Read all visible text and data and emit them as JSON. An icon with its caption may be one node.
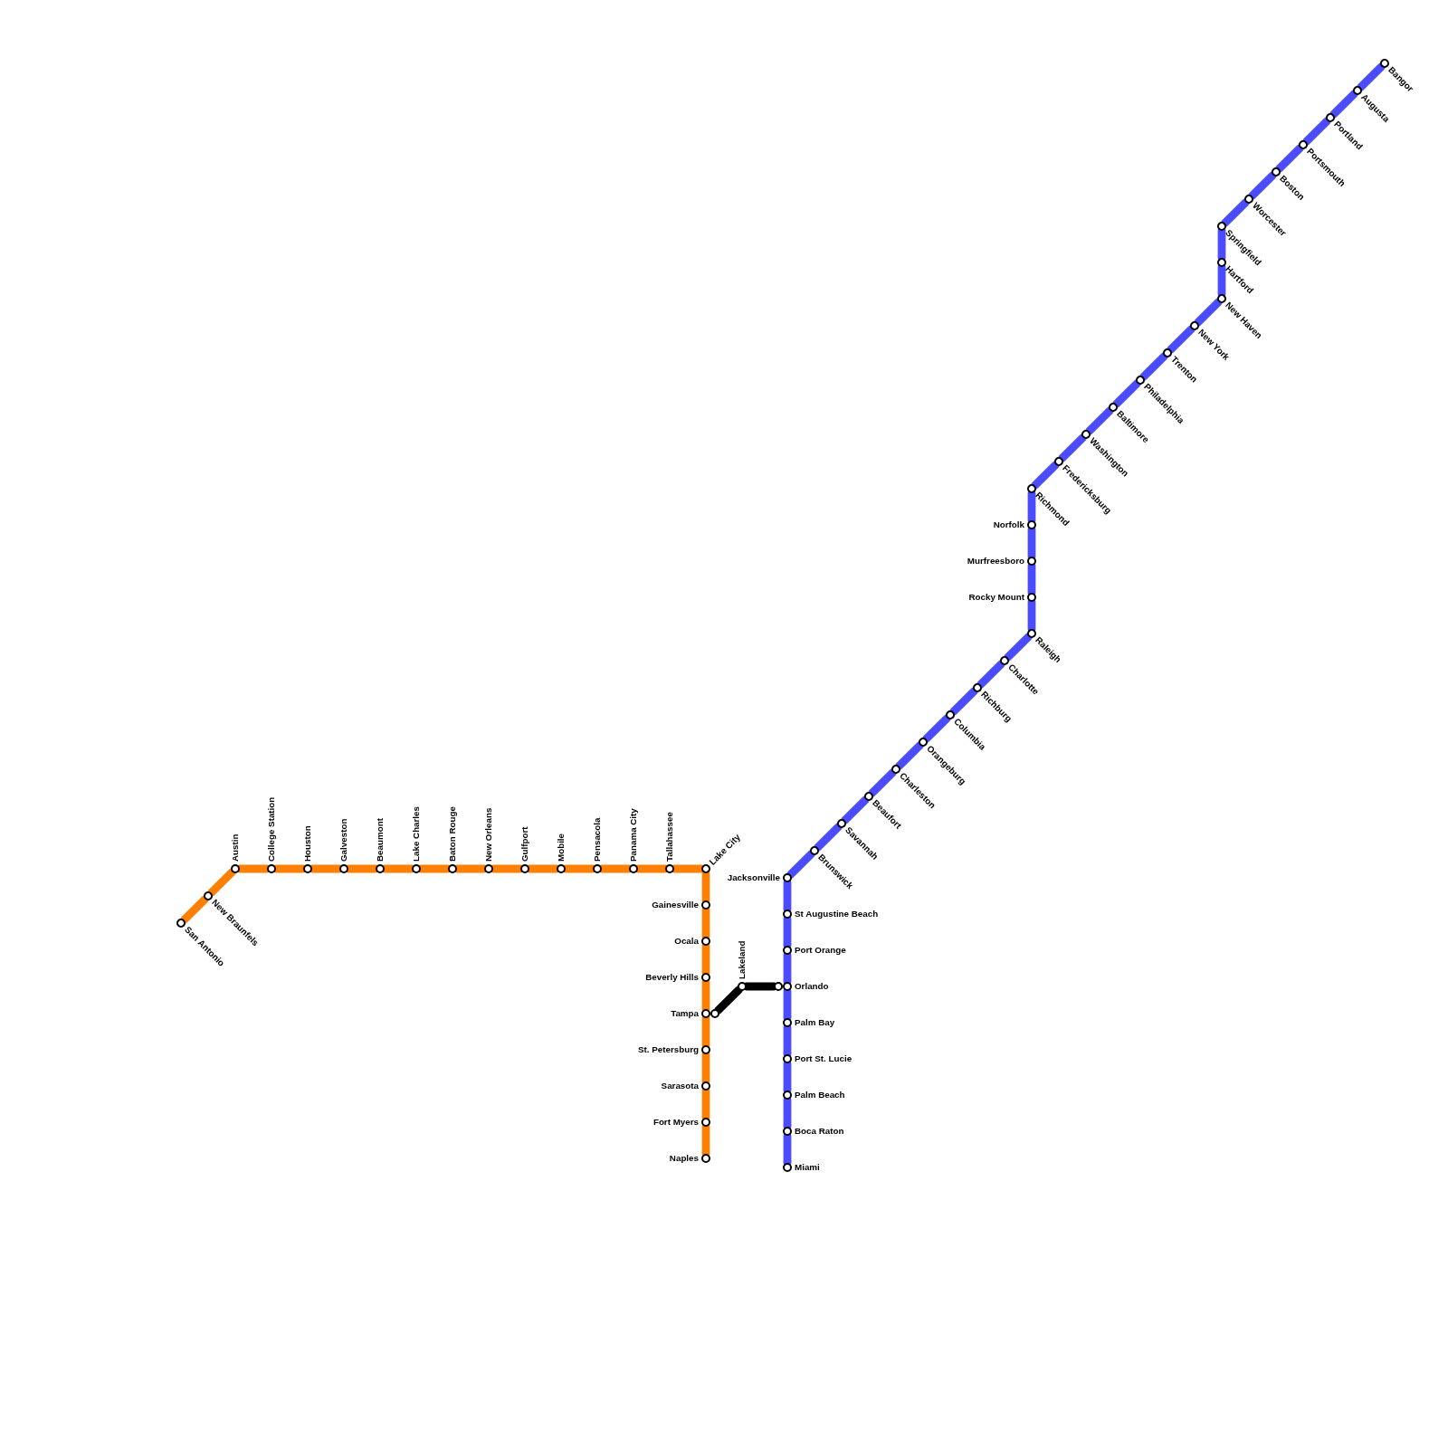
{
  "diagram": {
    "nodes": [
      {
        "text": [
          "San Antonio"
        ]
      },
      {
        "text": [
          "New Braunfels"
        ]
      },
      {
        "text": [
          "Austin"
        ]
      },
      {
        "text": [
          "College Station"
        ]
      },
      {
        "text": [
          "Houston"
        ]
      },
      {
        "text": [
          "Galveston"
        ]
      },
      {
        "text": [
          "Beaumont"
        ]
      },
      {
        "text": [
          "Lake Charles"
        ]
      },
      {
        "text": [
          "Baton Rouge"
        ]
      },
      {
        "text": [
          "New Orleans"
        ]
      },
      {
        "text": [
          "Gulfport"
        ]
      },
      {
        "text": [
          "Mobile"
        ]
      },
      {
        "text": [
          "Pensacola"
        ]
      },
      {
        "text": [
          "Panama City"
        ]
      },
      {
        "text": [
          "Tallahassee"
        ]
      },
      {
        "text": [
          "Lake City"
        ]
      },
      {
        "text": [
          "Gainesville"
        ]
      },
      {
        "text": [
          "Ocala"
        ]
      },
      {
        "text": [
          "Beverly Hills"
        ]
      },
      {
        "text": [
          "Tampa"
        ]
      },
      {
        "text": [
          "St. Petersburg"
        ]
      },
      {
        "text": [
          "Sarasota"
        ]
      },
      {
        "text": [
          "Fort Myers"
        ]
      },
      {
        "text": [
          "Naples"
        ]
      },
      {
        "text": [],
        "shape": "circle"
      },
      {
        "text": [
          "Lakeland"
        ]
      },
      {
        "text": [],
        "shape": "circle"
      },
      {
        "text": [
          "Bangor"
        ]
      },
      {
        "text": [
          "Augusta"
        ]
      },
      {
        "text": [
          "Portland"
        ]
      },
      {
        "text": [
          "Portsmouth"
        ]
      },
      {
        "text": [
          "Boston"
        ]
      },
      {
        "text": [
          "Worcester"
        ]
      },
      {
        "text": [
          "Springfield"
        ]
      },
      {
        "text": [
          "Hartford"
        ]
      },
      {
        "text": [
          "New Haven"
        ]
      },
      {
        "text": [
          "New York"
        ]
      },
      {
        "text": [
          "Trenton"
        ]
      },
      {
        "text": [
          "Philadelphia"
        ]
      },
      {
        "text": [
          "Baltimore"
        ]
      },
      {
        "text": [
          "Washington"
        ]
      },
      {
        "text": [
          "Fredericksburg"
        ]
      },
      {
        "text": [
          "Richmond"
        ]
      },
      {
        "text": [
          "Norfolk"
        ]
      },
      {
        "text": [
          "Murfreesboro"
        ]
      },
      {
        "text": [
          "Rocky Mount"
        ]
      },
      {
        "text": [
          "Raleigh"
        ]
      },
      {
        "text": [
          "Charlotte"
        ]
      },
      {
        "text": [
          "Richburg"
        ]
      },
      {
        "text": [
          "Columbia"
        ]
      },
      {
        "text": [
          "Orangeburg"
        ]
      },
      {
        "text": [
          "Charleston"
        ]
      },
      {
        "text": [
          "Beaufort"
        ]
      },
      {
        "text": [
          "Savannah"
        ]
      },
      {
        "text": [
          "Brunswick"
        ]
      },
      {
        "text": [
          "Jacksonville"
        ]
      },
      {
        "text": [
          "St Augustine Beach"
        ]
      },
      {
        "text": [
          "Port Orange"
        ]
      },
      {
        "text": [
          "Orlando"
        ]
      },
      {
        "text": [
          "Palm Bay"
        ]
      },
      {
        "text": [
          "Port St. Lucie"
        ]
      },
      {
        "text": [
          "Palm Beach"
        ]
      },
      {
        "text": [
          "Boca Raton"
        ]
      },
      {
        "text": [
          "Miami"
        ]
      }
    ],
    "edges": [
      {
        "from": 0,
        "to": 1,
        "arrow": "none",
        "color": "#ff8000"
      },
      {
        "from": 1,
        "to": 2,
        "arrow": "none",
        "color": "#ff8000"
      },
      {
        "from": 2,
        "to": 3,
        "arrow": "none",
        "color": "#ff8000"
      },
      {
        "from": 3,
        "to": 4,
        "arrow": "none",
        "color": "#ff8000"
      },
      {
        "from": 4,
        "to": 5,
        "arrow": "none",
        "color": "#ff8000"
      },
      {
        "from": 5,
        "to": 6,
        "arrow": "none",
        "color": "#ff8000"
      },
      {
        "from": 6,
        "to": 7,
        "arrow": "none",
        "color": "#ff8000"
      },
      {
        "from": 7,
        "to": 8,
        "arrow": "none",
        "color": "#ff8000"
      },
      {
        "from": 8,
        "to": 9,
        "arrow": "none",
        "color": "#ff8000"
      },
      {
        "from": 9,
        "to": 10,
        "arrow": "none",
        "color": "#ff8000"
      },
      {
        "from": 10,
        "to": 11,
        "arrow": "none",
        "color": "#ff8000"
      },
      {
        "from": 11,
        "to": 12,
        "arrow": "none",
        "color": "#ff8000"
      },
      {
        "from": 12,
        "to": 13,
        "arrow": "none",
        "color": "#ff8000"
      },
      {
        "from": 13,
        "to": 14,
        "arrow": "none",
        "color": "#ff8000"
      },
      {
        "from": 14,
        "to": 15,
        "arrow": "none",
        "color": "#ff8000"
      },
      {
        "from": 15,
        "to": 16,
        "arrow": "none",
        "color": "#ff8000"
      },
      {
        "from": 16,
        "to": 17,
        "arrow": "none",
        "color": "#ff8000"
      },
      {
        "from": 17,
        "to": 18,
        "arrow": "none",
        "color": "#ff8000"
      },
      {
        "from": 18,
        "to": 19,
        "arrow": "none",
        "color": "#ff8000"
      },
      {
        "from": 19,
        "to": 20,
        "arrow": "none",
        "color": "#ff8000"
      },
      {
        "from": 20,
        "to": 21,
        "arrow": "none",
        "color": "#ff8000"
      },
      {
        "from": 21,
        "to": 22,
        "arrow": "none",
        "color": "#ff8000"
      },
      {
        "from": 22,
        "to": 23,
        "arrow": "none",
        "color": "#ff8000"
      },
      {
        "from": 24,
        "to": 25,
        "arrow": "none",
        "color": "#000000"
      },
      {
        "from": 25,
        "to": 26,
        "arrow": "none",
        "color": "#000000"
      },
      {
        "from": 27,
        "to": 28,
        "arrow": "none"
      },
      {
        "from": 28,
        "to": 29,
        "arrow": "none"
      },
      {
        "from": 29,
        "to": 30,
        "arrow": "none"
      },
      {
        "from": 30,
        "to": 31,
        "arrow": "none"
      },
      {
        "from": 31,
        "to": 32,
        "arrow": "none"
      },
      {
        "from": 32,
        "to": 33,
        "arrow": "none"
      },
      {
        "from": 33,
        "to": 34,
        "arrow": "none"
      },
      {
        "from": 34,
        "to": 35,
        "arrow": "none"
      },
      {
        "from": 35,
        "to": 36,
        "arrow": "none"
      },
      {
        "from": 36,
        "to": 37,
        "arrow": "none"
      },
      {
        "from": 37,
        "to": 38,
        "arrow": "none"
      },
      {
        "from": 38,
        "to": 39,
        "arrow": "none"
      },
      {
        "from": 39,
        "to": 40,
        "arrow": "none"
      },
      {
        "from": 40,
        "to": 41,
        "arrow": "none"
      },
      {
        "from": 41,
        "to": 42,
        "arrow": "none"
      },
      {
        "from": 42,
        "to": 43,
        "arrow": "none"
      },
      {
        "from": 43,
        "to": 44,
        "arrow": "none"
      },
      {
        "from": 44,
        "to": 45,
        "arrow": "none"
      },
      {
        "from": 45,
        "to": 46,
        "arrow": "none"
      },
      {
        "from": 46,
        "to": 47,
        "arrow": "none"
      },
      {
        "from": 47,
        "to": 48,
        "arrow": "none"
      },
      {
        "from": 48,
        "to": 49,
        "arrow": "none"
      },
      {
        "from": 49,
        "to": 50,
        "arrow": "none"
      },
      {
        "from": 50,
        "to": 51,
        "arrow": "none"
      },
      {
        "from": 51,
        "to": 52,
        "arrow": "none"
      },
      {
        "from": 52,
        "to": 53,
        "arrow": "none"
      },
      {
        "from": 53,
        "to": 54,
        "arrow": "none"
      },
      {
        "from": 54,
        "to": 55,
        "arrow": "none"
      },
      {
        "from": 55,
        "to": 56,
        "arrow": "none"
      },
      {
        "from": 56,
        "to": 57,
        "arrow": "none"
      },
      {
        "from": 57,
        "to": 58,
        "arrow": "none"
      },
      {
        "from": 58,
        "to": 59,
        "arrow": "none"
      },
      {
        "from": 59,
        "to": 60,
        "arrow": "none"
      },
      {
        "from": 60,
        "to": 61,
        "arrow": "none"
      },
      {
        "from": 61,
        "to": 62,
        "arrow": "none"
      },
      {
        "from": 62,
        "to": 63,
        "arrow": "none"
      }
    ]
  }
}
